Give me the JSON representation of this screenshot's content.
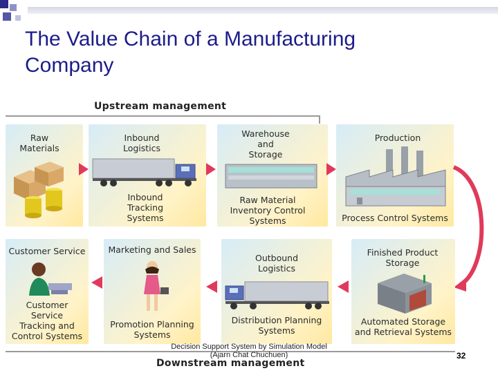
{
  "title": "The Value Chain of a Manufacturing Company",
  "upstream_label": "Upstream management",
  "downstream_label": "Downstream management",
  "tiles": {
    "raw_materials": "Raw\nMaterials",
    "inbound_logistics": "Inbound\nLogistics",
    "inbound_tracking": "Inbound\nTracking\nSystems",
    "warehouse": "Warehouse\nand\nStorage",
    "raw_material_inventory": "Raw Material\nInventory Control\nSystems",
    "production": "Production",
    "process_control": "Process Control Systems",
    "customer_service": "Customer Service",
    "customer_service_systems": "Customer\nService\nTracking and\nControl Systems",
    "marketing_sales": "Marketing and Sales",
    "promotion_planning": "Promotion Planning\nSystems",
    "outbound_logistics": "Outbound\nLogistics",
    "distribution_planning": "Distribution Planning\nSystems",
    "finished_storage": "Finished Product\nStorage",
    "automated_storage": "Automated Storage\nand Retrieval Systems"
  },
  "footer": "Decision Support System by Simulation Model (Ajarn Chat Chuchuen)",
  "page_number": "32",
  "colors": {
    "title": "#1c1c8a",
    "arrow": "#e03a5a",
    "tile_blue": "#d7ecf8",
    "tile_yellow": "#fff3c8"
  }
}
